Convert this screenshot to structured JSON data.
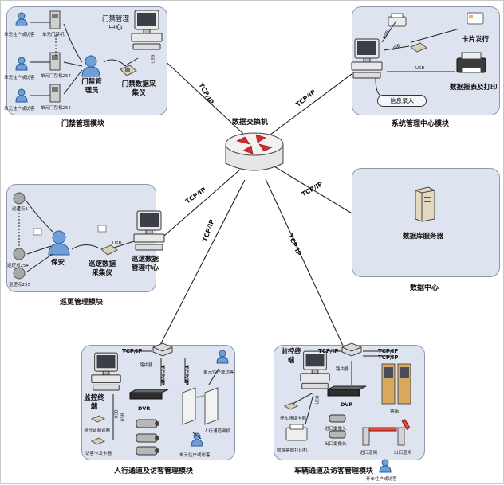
{
  "switch": {
    "label": "数据交换机"
  },
  "links": {
    "tcpip": "TCP/IP",
    "usb": "USB"
  },
  "access": {
    "title": "门禁管理模块",
    "center": "门禁管理中心",
    "admin": "门禁管理员",
    "collector": "门禁数据采集仪",
    "owner1": "单元住户或访客",
    "owner2": "单元住户或访客",
    "owner3": "单元住户或访客",
    "door1": "单元门禁机",
    "door2": "单元门禁机254",
    "door3": "单元门禁机255"
  },
  "system": {
    "title": "系统管理中心模块",
    "card": "卡片发行",
    "report": "数据报表及打印",
    "info": "信息录入"
  },
  "data": {
    "title": "数据中心",
    "server": "数据库服务器"
  },
  "patrol": {
    "title": "巡更管理模块",
    "guard": "保安",
    "collector": "巡逻数据采集仪",
    "center": "巡逻数据管理中心",
    "p1": "巡逻点1",
    "p254": "巡逻点254",
    "p255": "巡逻点255"
  },
  "pedestrian": {
    "title": "人行通道及访客管理模块",
    "monitor": "监控终端",
    "dvr": "DVR",
    "router": "路由器",
    "owner": "单元住户或访客",
    "visitor": "单元住户或访客",
    "gate": "人行通道闸机",
    "idreader": "身份证阅读器",
    "cardreader": "访客卡发卡器"
  },
  "vehicle": {
    "title": "车辆通道及访客管理模块",
    "monitor": "监控终端",
    "dvr": "DVR",
    "router": "路由器",
    "reader": "停车场读卡器",
    "printer": "收费票据打印机",
    "cam_in": "进口摄像头",
    "cam_out": "出口摄像头",
    "barrier_in": "进口道闸",
    "barrier_out": "出口道闸",
    "kiosk": "票箱",
    "driver": "开车住户或访客"
  }
}
